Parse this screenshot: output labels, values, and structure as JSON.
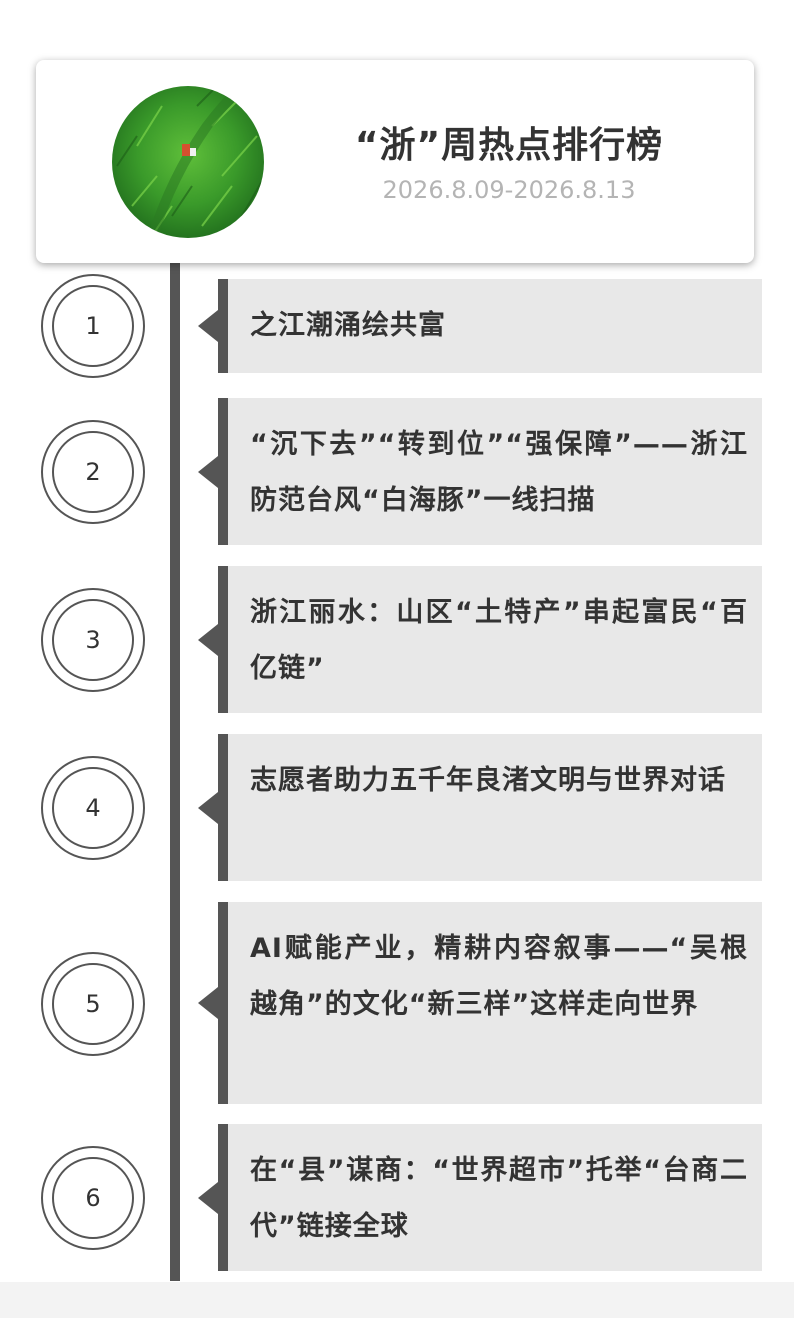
{
  "header": {
    "title": "“浙”周热点排行榜",
    "date_range": "2026.8.09-2026.8.13",
    "avatar_icon": "wheat-field-photo"
  },
  "colors": {
    "accent": "#555555",
    "box_background": "#e8e8e8",
    "title_text": "#333333",
    "date_text": "#b4b4b4"
  },
  "rankings": [
    {
      "rank": "1",
      "title": "之江潮涌绘共富"
    },
    {
      "rank": "2",
      "title": "“沉下去”“转到位”“强保障”——浙江防范台风“白海豚”一线扫描"
    },
    {
      "rank": "3",
      "title": "浙江丽水：山区“土特产”串起富民“百亿链”"
    },
    {
      "rank": "4",
      "title": "志愿者助力五千年良渚文明与世界对话"
    },
    {
      "rank": "5",
      "title": "AI赋能产业，精耕内容叙事——“吴根越角”的文化“新三样”这样走向世界"
    },
    {
      "rank": "6",
      "title": "在“县”谋商：“世界超市”托举“台商二代”链接全球"
    }
  ]
}
